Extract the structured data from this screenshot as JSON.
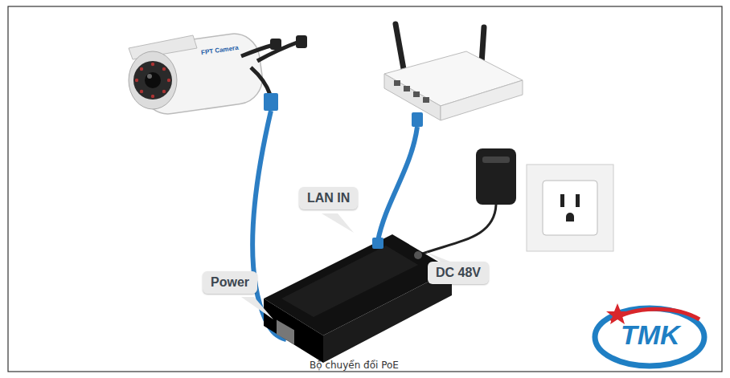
{
  "diagram": {
    "caption": "Bộ chuyển đổi PoE",
    "nodes": [
      {
        "text": [
          "LAN IN"
        ]
      },
      {
        "text": [
          "DC 48V"
        ]
      },
      {
        "text": [
          "Power"
        ]
      }
    ],
    "labels": [
      "FPT Camera",
      "TMK"
    ]
  }
}
